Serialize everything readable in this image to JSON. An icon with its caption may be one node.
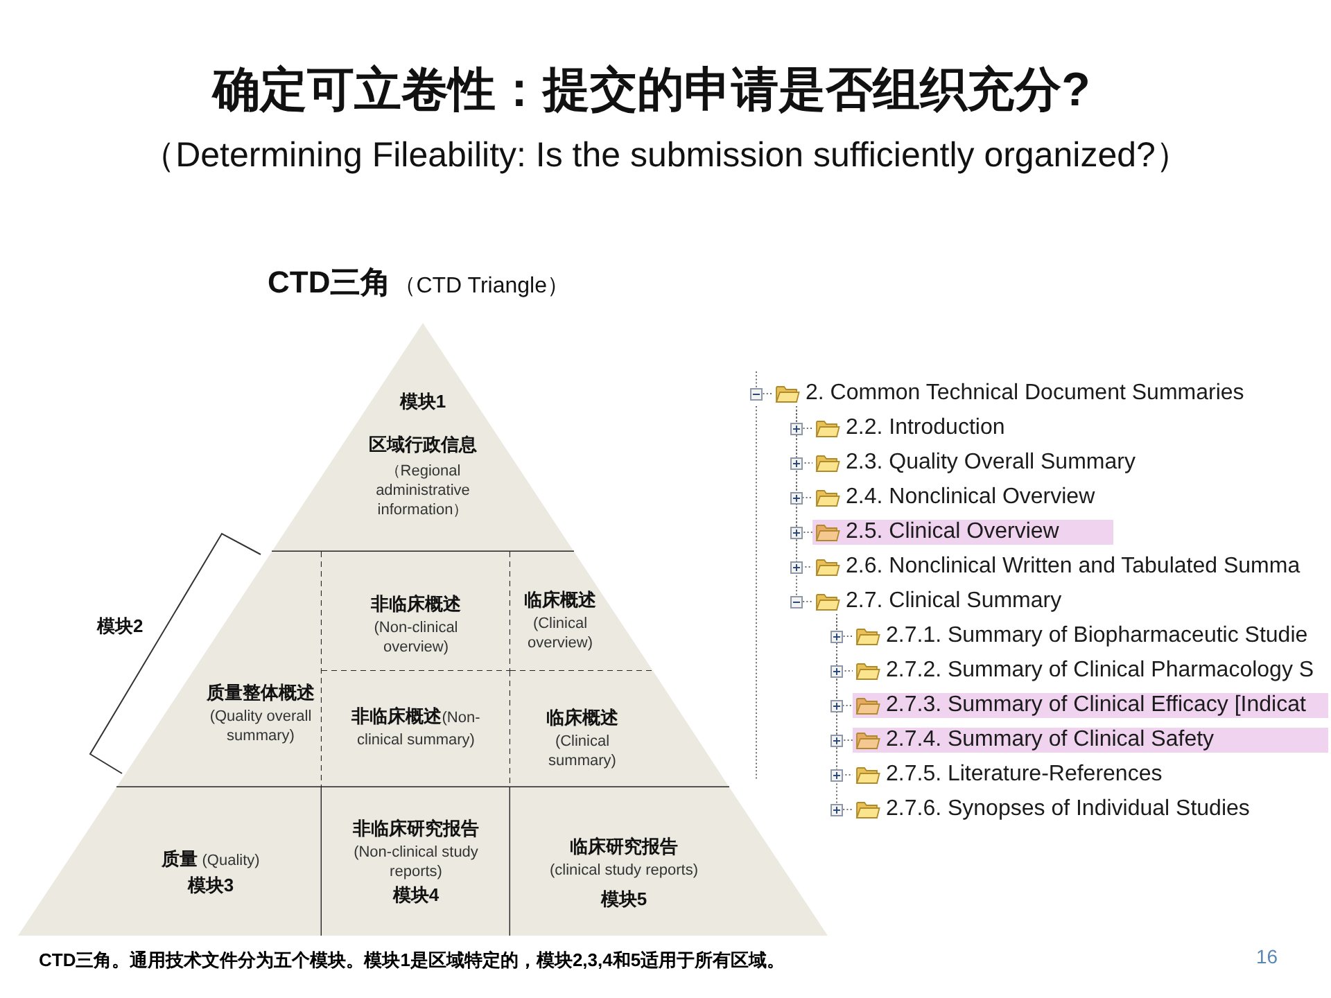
{
  "diagram": {
    "title": "确定可立卷性：提交的申请是否组织充分?",
    "caption": "CTD三角。通用技术文件分为五个模块。模块1是区域特定的，模块2,3,4和5适用于所有区域。",
    "nodes": [
      {
        "text": [
          "模块1",
          "区域行政信息",
          "（Regional administrative information）"
        ]
      },
      {
        "text": [
          "质量整体概述",
          "(Quality overall summary)"
        ]
      },
      {
        "text": [
          "非临床概述",
          "(Non-clinical overview)"
        ]
      },
      {
        "text": [
          "临床概述",
          "(Clinical overview)"
        ]
      },
      {
        "text": [
          "**非临床概述**(Non-clinical summary)"
        ]
      },
      {
        "text": [
          "临床概述",
          "(Clinical summary)"
        ]
      },
      {
        "text": [
          "**质量** (Quality)",
          "模块3"
        ]
      },
      {
        "text": [
          "非临床研究报告",
          "(Non-clinical study reports)",
          "模块4"
        ]
      },
      {
        "text": [
          "临床研究报告",
          "(clinical study reports)",
          "模块5"
        ]
      },
      {
        "text": [
          "2. Common Technical Document Summaries"
        ]
      },
      {
        "text": [
          "2.2. Introduction"
        ]
      },
      {
        "text": [
          "2.3. Quality Overall Summary"
        ]
      },
      {
        "text": [
          "2.4. Nonclinical Overview"
        ]
      },
      {
        "text": [
          "2.5. Clinical Overview"
        ]
      },
      {
        "text": [
          "2.6. Nonclinical Written and Tabulated Summa"
        ]
      },
      {
        "text": [
          "2.7. Clinical Summary"
        ]
      },
      {
        "text": [
          "2.7.1. Summary of Biopharmaceutic Studie"
        ]
      },
      {
        "text": [
          "2.7.2. Summary of Clinical Pharmacology S"
        ]
      },
      {
        "text": [
          "2.7.3. Summary of Clinical Efficacy [Indicat"
        ]
      },
      {
        "text": [
          "2.7.4. Summary of Clinical Safety"
        ]
      },
      {
        "text": [
          "2.7.5. Literature-References"
        ]
      },
      {
        "text": [
          "2.7.6. Synopses of Individual Studies"
        ]
      }
    ],
    "edges": [
      {
        "from": null,
        "to": 9,
        "arrow": "none",
        "style": "dashed"
      },
      {
        "from": 9,
        "to": 10,
        "arrow": "none",
        "style": "dashed"
      },
      {
        "from": 9,
        "to": 11,
        "arrow": "none",
        "style": "dashed"
      },
      {
        "from": 9,
        "to": 12,
        "arrow": "none",
        "style": "dashed"
      },
      {
        "from": 9,
        "to": 13,
        "arrow": "none",
        "style": "dashed"
      },
      {
        "from": 9,
        "to": 14,
        "arrow": "none",
        "style": "dashed"
      },
      {
        "from": 9,
        "to": 15,
        "arrow": "none",
        "style": "dashed"
      },
      {
        "from": 15,
        "to": 16,
        "arrow": "none",
        "style": "dashed"
      },
      {
        "from": 15,
        "to": 17,
        "arrow": "none",
        "style": "dashed"
      },
      {
        "from": 15,
        "to": 18,
        "arrow": "none",
        "style": "dashed"
      },
      {
        "from": 15,
        "to": 19,
        "arrow": "none",
        "style": "dashed"
      },
      {
        "from": 15,
        "to": 20,
        "arrow": "none",
        "style": "dashed"
      },
      {
        "from": 15,
        "to": 21,
        "arrow": "none",
        "style": "dashed"
      }
    ],
    "labels": [
      "（Determining Fileability: Is the submission sufficiently organized?）",
      "CTD三角",
      "（CTD Triangle）",
      "模块2",
      "16"
    ]
  }
}
